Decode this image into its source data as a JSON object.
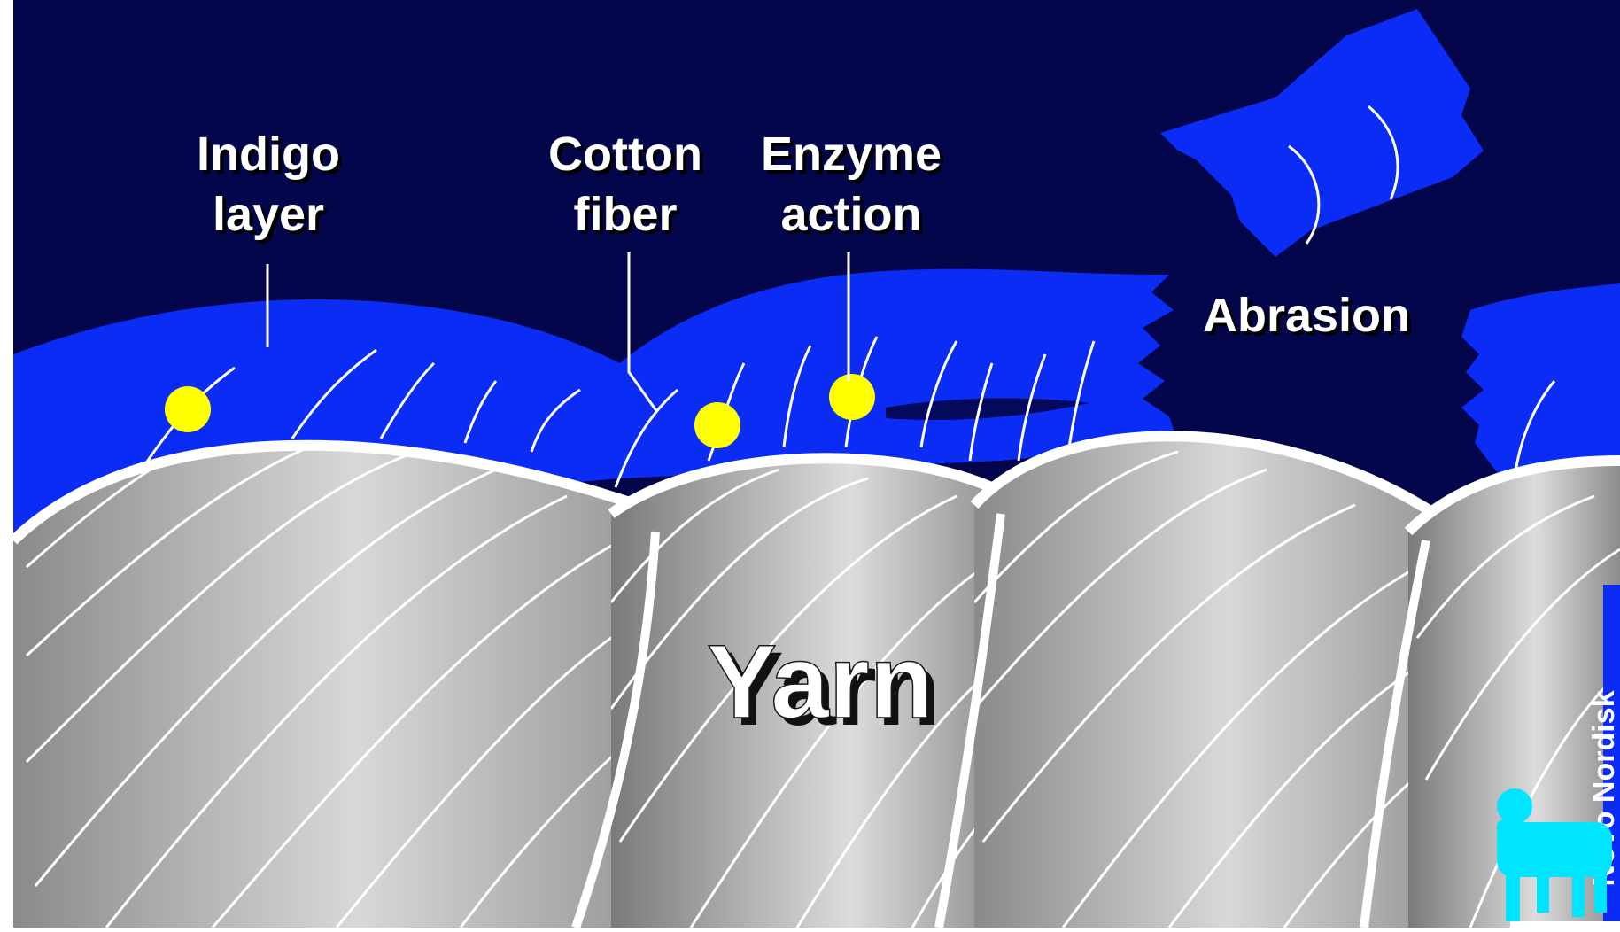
{
  "labels": {
    "indigo_line1": "Indigo",
    "indigo_line2": "layer",
    "cotton_line1": "Cotton",
    "cotton_line2": "fiber",
    "enzyme_line1": "Enzyme",
    "enzyme_line2": "action",
    "abrasion": "Abrasion",
    "yarn": "Yarn"
  },
  "brand": {
    "name": "Novo Nordisk",
    "logo_icon": "bull-icon"
  },
  "colors": {
    "background": "#03064a",
    "indigo_layer": "#0b2cf5",
    "enzyme_dot": "#ffff00",
    "yarn_light": "#d9d9d9",
    "yarn_dark": "#7f7f7f",
    "logo": "#00e5ff"
  }
}
